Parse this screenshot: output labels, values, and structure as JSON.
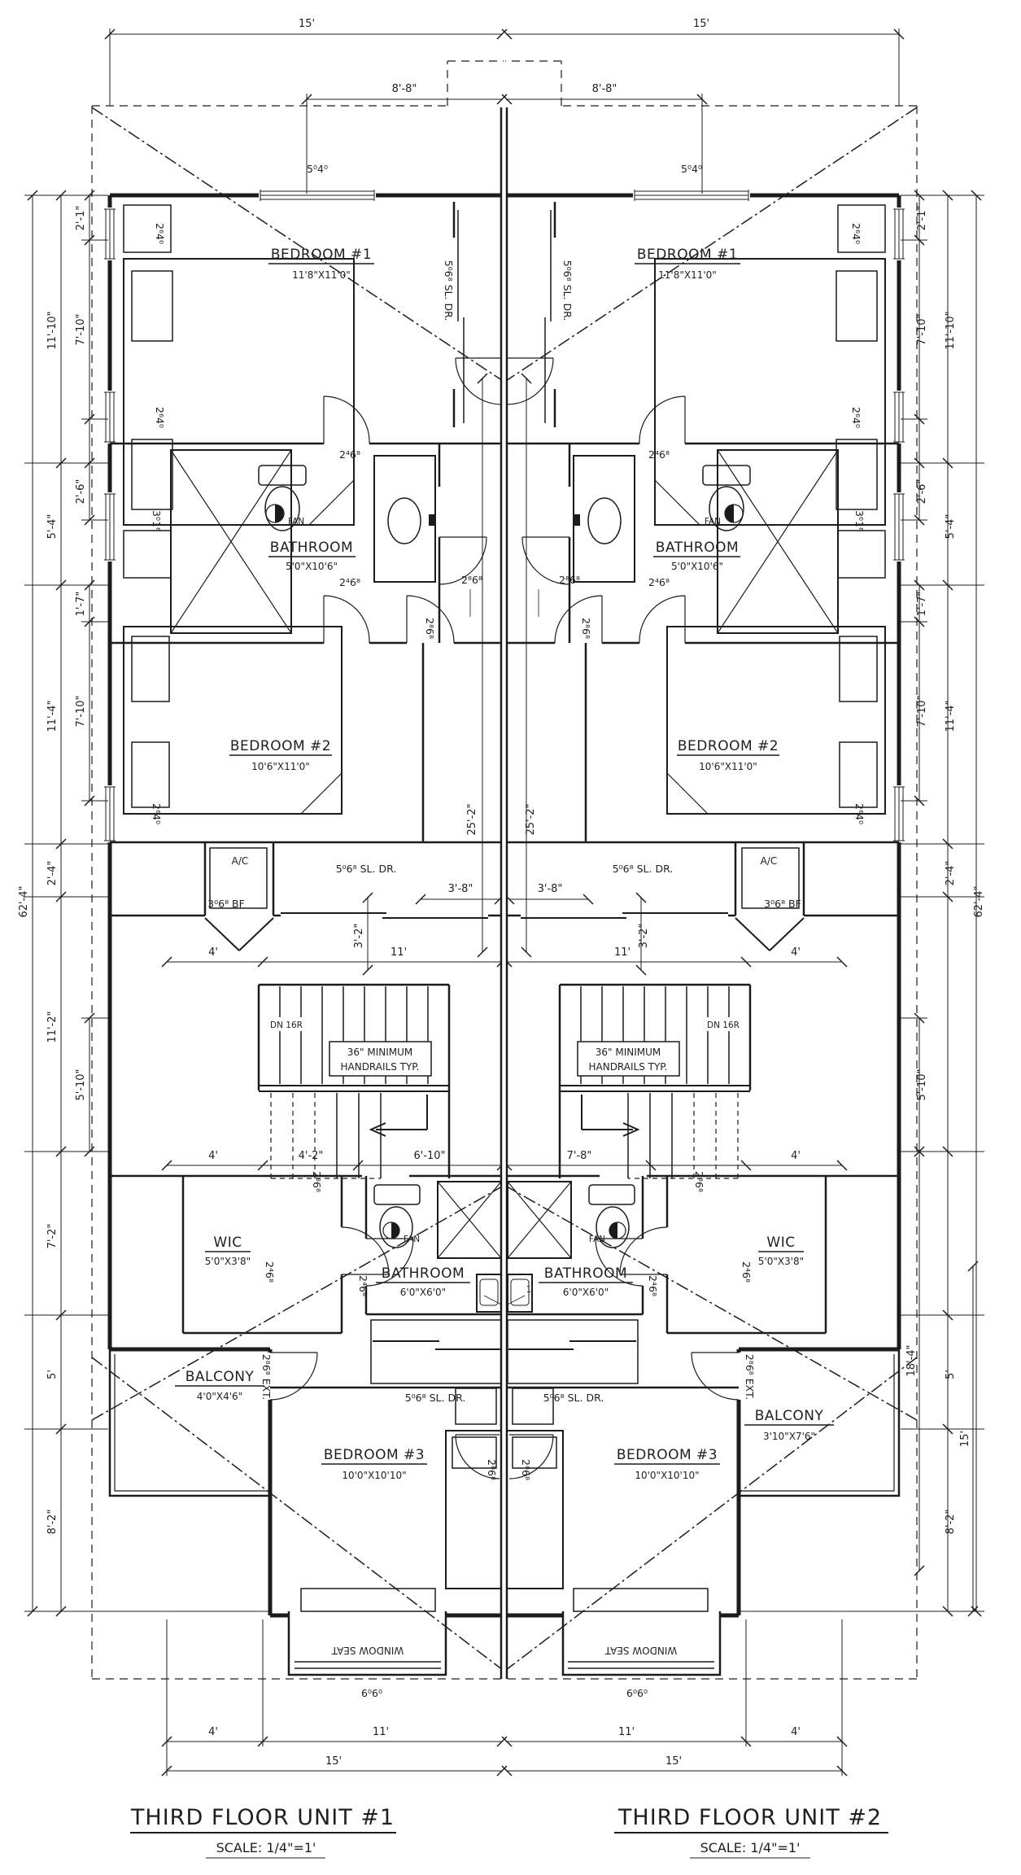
{
  "titles": {
    "u1": "THIRD FLOOR UNIT #1",
    "u2": "THIRD FLOOR UNIT #2",
    "scale": "SCALE: 1/4\"=1'"
  },
  "rooms": {
    "b1": "BEDROOM #1",
    "b1s": "11'8\"X11'0\"",
    "b2": "BEDROOM #2",
    "b2s": "10'6\"X11'0\"",
    "b3": "BEDROOM #3",
    "b3s": "10'0\"X10'10\"",
    "bath": "BATHROOM",
    "bath1s": "5'0\"X10'6\"",
    "bath2s": "6'0\"X6'0\"",
    "wic": "WIC",
    "wics": "5'0\"X3'8\"",
    "balc": "BALCONY",
    "balc1s": "4'0\"X4'6\"",
    "balc2s": "3'10\"X7'6\"",
    "ac": "A/C"
  },
  "doors": {
    "d5040": "5⁰4⁰",
    "d2640": "2⁶4⁰",
    "d3016": "3⁰1⁶",
    "d6060": "6⁰6⁰",
    "d2468": "2⁴6⁸",
    "d2868": "2⁸6⁸",
    "d2868ext": "2⁸6⁸ EXT.",
    "d3068bf": "3⁰6⁸ BF",
    "d5068": "5⁰6⁸ SL. DR."
  },
  "misc": {
    "fan": "FAN",
    "dn": "DN 16R",
    "handrails1": "36\" MINIMUM",
    "handrails2": "HANDRAILS TYP.",
    "windowseat": "WINDOW SEAT",
    "k1": "1"
  },
  "dims": {
    "d15": "15'",
    "d88": "8'-8\"",
    "d21": "2'-1\"",
    "d710": "7'-10\"",
    "d1110": "11'-10\"",
    "d26": "2'-6\"",
    "d54": "5'-4\"",
    "d17": "1'-7\"",
    "d114": "11'-4\"",
    "d24": "2'-4\"",
    "d112": "11'-2\"",
    "d510": "5'-10\"",
    "d624": "62'-4\"",
    "d72": "7'-2\"",
    "d5": "5'",
    "d82": "8'-2\"",
    "d184": "18'-4\"",
    "d252": "25'-2\"",
    "d38": "3'-8\"",
    "d4": "4'",
    "d11": "11'",
    "d32": "3'-2\"",
    "d42": "4'-2\"",
    "d610": "6'-10\"",
    "d78": "7'-8\""
  }
}
